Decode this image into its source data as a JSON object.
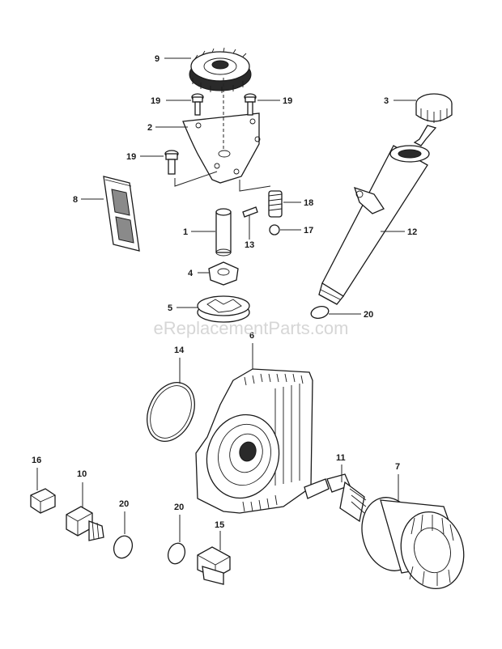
{
  "watermark": "eReplacementParts.com",
  "callouts": [
    "9",
    "19",
    "19",
    "2",
    "19",
    "8",
    "18",
    "1",
    "13",
    "17",
    "4",
    "5",
    "3",
    "12",
    "20",
    "14",
    "6",
    "16",
    "10",
    "20",
    "20",
    "15",
    "11",
    "7"
  ]
}
